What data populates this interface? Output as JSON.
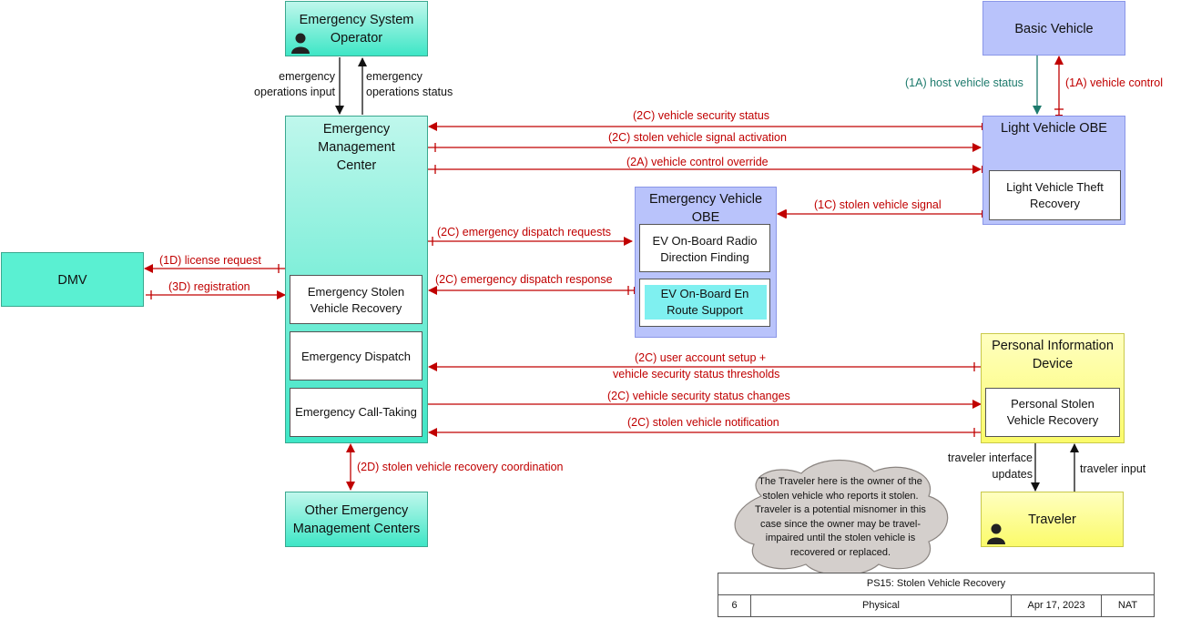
{
  "nodes": {
    "eso": "Emergency System Operator",
    "emc": "Emergency Management Center",
    "basic_vehicle": "Basic Vehicle",
    "lv_obe": "Light Vehicle OBE",
    "lv_theft": "Light Vehicle Theft Recovery",
    "ev_obe": "Emergency Vehicle OBE",
    "ev_radio": "EV On-Board Radio Direction Finding",
    "ev_enroute": "EV On-Board En Route Support",
    "dmv": "DMV",
    "em_svr": "Emergency Stolen Vehicle Recovery",
    "em_dispatch": "Emergency Dispatch",
    "em_calltaking": "Emergency Call-Taking",
    "pid": "Personal Information Device",
    "psvr": "Personal Stolen Vehicle Recovery",
    "traveler": "Traveler",
    "other_emc": "Other Emergency Management Centers"
  },
  "flows": {
    "emergency_ops_input": "emergency operations input",
    "emergency_ops_status": "emergency operations status",
    "host_vehicle_status": "(1A) host vehicle status",
    "vehicle_control": "(1A) vehicle control",
    "vehicle_security_status": "(2C) vehicle security status",
    "stolen_signal_activation": "(2C) stolen vehicle signal activation",
    "vehicle_control_override": "(2A) vehicle control override",
    "stolen_vehicle_signal": "(1C) stolen vehicle signal",
    "dispatch_requests": "(2C) emergency dispatch requests",
    "dispatch_response": "(2C) emergency dispatch response",
    "license_request": "(1D) license request",
    "registration": "(3D) registration",
    "user_account_setup_1": "(2C) user account setup +",
    "user_account_setup_2": "vehicle security status thresholds",
    "security_status_changes": "(2C) vehicle security status changes",
    "stolen_notification": "(2C) stolen vehicle notification",
    "recovery_coordination": "(2D) stolen vehicle recovery coordination",
    "traveler_interface_updates": "traveler interface updates",
    "traveler_input": "traveler input"
  },
  "note": "The Traveler here is the owner of the stolen vehicle who reports it stolen. Traveler is a potential misnomer in this case since the owner may be travel-impaired until the stolen vehicle is recovered or replaced.",
  "title_block": {
    "title": "PS15: Stolen Vehicle Recovery",
    "number": "6",
    "view": "Physical",
    "date": "Apr 17, 2023",
    "author": "NAT"
  },
  "colors": {
    "flow_red": "#c00000",
    "flow_teal": "#1d7a6c",
    "flow_black": "#111111"
  },
  "icons": {
    "operator": "person-icon",
    "traveler": "person-icon",
    "note_shape": "cloud-shape"
  }
}
